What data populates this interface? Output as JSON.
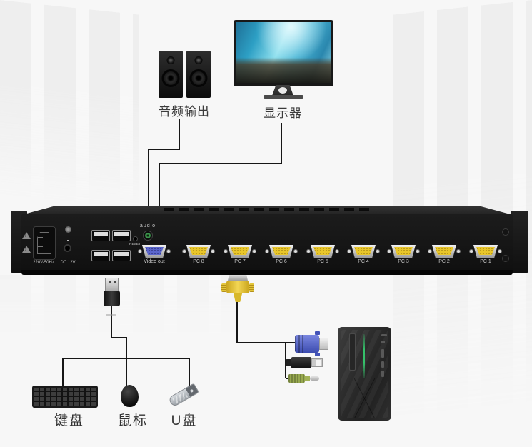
{
  "diagram": {
    "top": {
      "speakers_label": "音频输出",
      "monitor_label": "显示器"
    },
    "device": {
      "power_label": "220V-50Hz",
      "dc_label": "DC 12V",
      "reset_label": "RESET",
      "audio_label": "audio",
      "video_out_label": "Video out",
      "ports": [
        "PC 8",
        "PC 7",
        "PC 6",
        "PC 5",
        "PC 4",
        "PC 3",
        "PC 2",
        "PC 1"
      ]
    },
    "bottom": {
      "keyboard_label": "键盘",
      "mouse_label": "鼠标",
      "udisk_label": "U盘"
    },
    "colors": {
      "vga_yellow": "#e8c62b",
      "vga_blue": "#5b66cc",
      "audio_green": "#3f9b4f",
      "jack_green": "#97a94f",
      "pc_led_green": "#35c06a",
      "wire_black": "#161616"
    }
  }
}
